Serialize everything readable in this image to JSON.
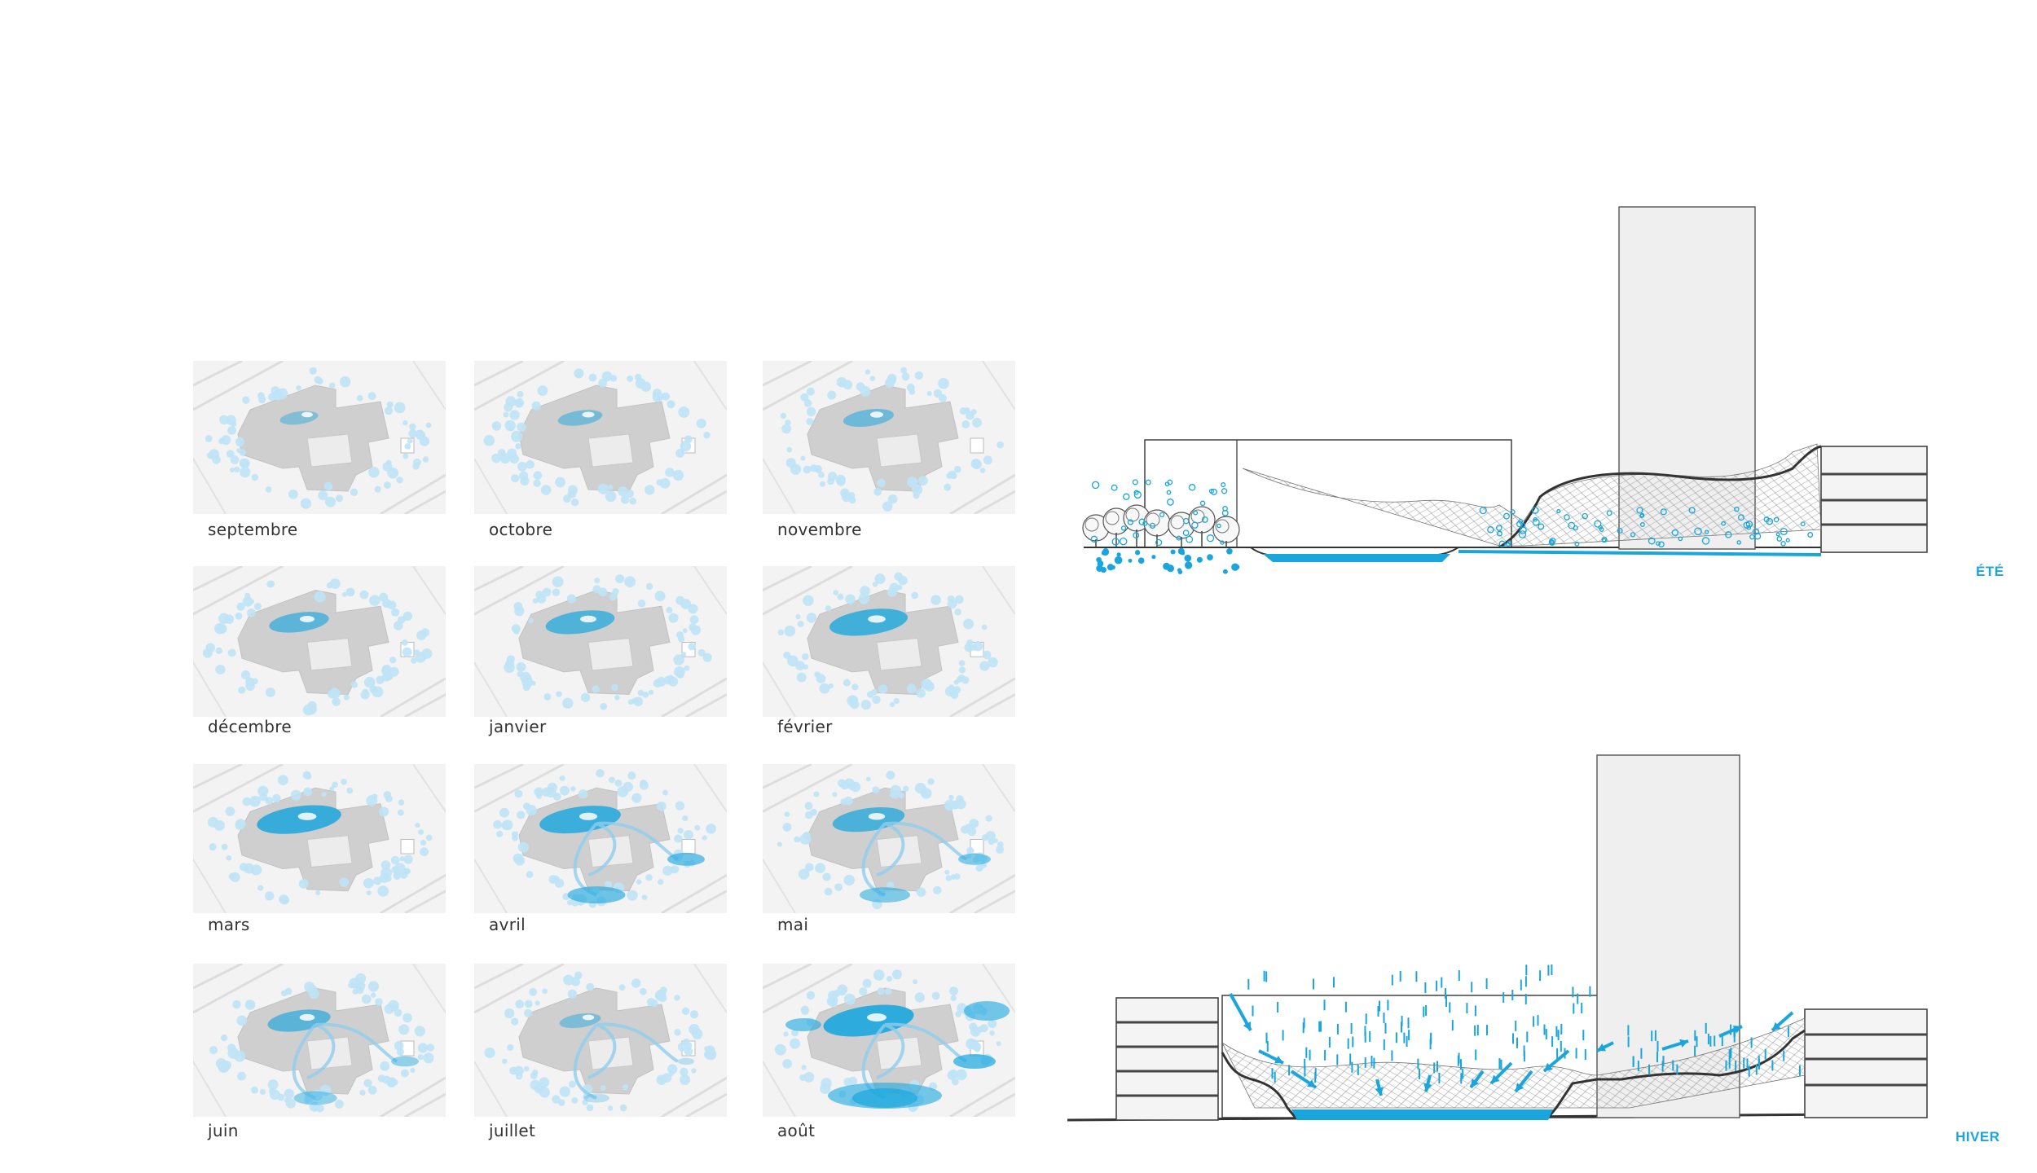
{
  "months": [
    {
      "label": "septembre",
      "water": 0.15
    },
    {
      "label": "octobre",
      "water": 0.25
    },
    {
      "label": "novembre",
      "water": 0.35
    },
    {
      "label": "décembre",
      "water": 0.5
    },
    {
      "label": "janvier",
      "water": 0.65
    },
    {
      "label": "février",
      "water": 0.8
    },
    {
      "label": "mars",
      "water": 0.9
    },
    {
      "label": "avril",
      "water": 0.85
    },
    {
      "label": "mai",
      "water": 0.7
    },
    {
      "label": "juin",
      "water": 0.55
    },
    {
      "label": "juillet",
      "water": 0.2
    },
    {
      "label": "août",
      "water": 1.0
    }
  ],
  "sections": {
    "summer_label": "ÉTÉ",
    "winter_label": "HIVER"
  },
  "colors": {
    "water": "#1aa6dd",
    "water_light": "#9fd3f0",
    "panel_bg": "#f3f3f3",
    "building": "#cfcfcf",
    "line": "#333333"
  }
}
